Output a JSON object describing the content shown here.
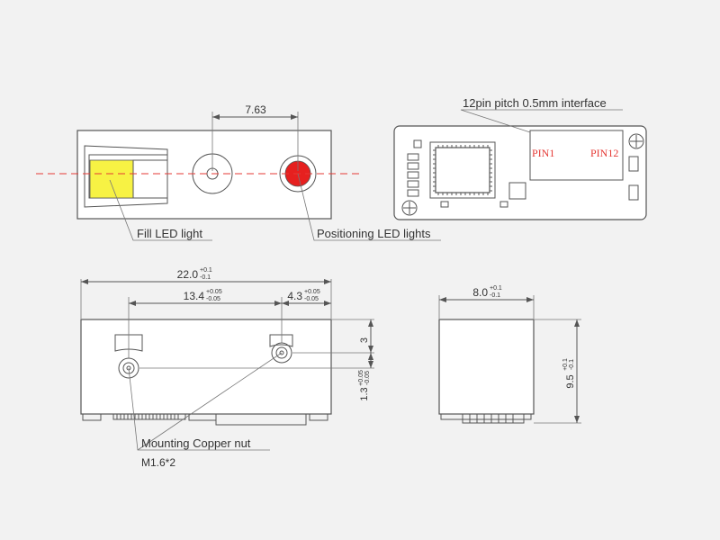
{
  "top_view": {
    "dim_spacing": "7.63",
    "fill_label": "Fill LED light",
    "positioning_label": "Positioning LED lights",
    "colors": {
      "fill_led": "#f7f244",
      "positioning_led": "#e6201f",
      "center_line": "#e53935"
    }
  },
  "pcb_view": {
    "interface_label": "12pin pitch 0.5mm interface",
    "pin1": "PIN1",
    "pin12": "PIN12"
  },
  "front_view": {
    "width_main": "22.0",
    "width_tol_upper": "+0.1",
    "width_tol_lower": "-0.1",
    "hole_span_main": "13.4",
    "hole_span_tol_upper": "+0.05",
    "hole_span_tol_lower": "-0.05",
    "edge_main": "4.3",
    "edge_tol_upper": "+0.05",
    "edge_tol_lower": "-0.05",
    "depth": "3",
    "height_main": "1.3",
    "height_tol_upper": "+0.05",
    "height_tol_lower": "-0.05",
    "nut_label": "Mounting Copper nut",
    "nut_spec": "M1.6*2"
  },
  "side_view": {
    "width_main": "8.0",
    "width_tol_upper": "+0.1",
    "width_tol_lower": "-0.1",
    "height_main": "9.5",
    "height_tol_upper": "+0.1",
    "height_tol_lower": "-0.1"
  }
}
